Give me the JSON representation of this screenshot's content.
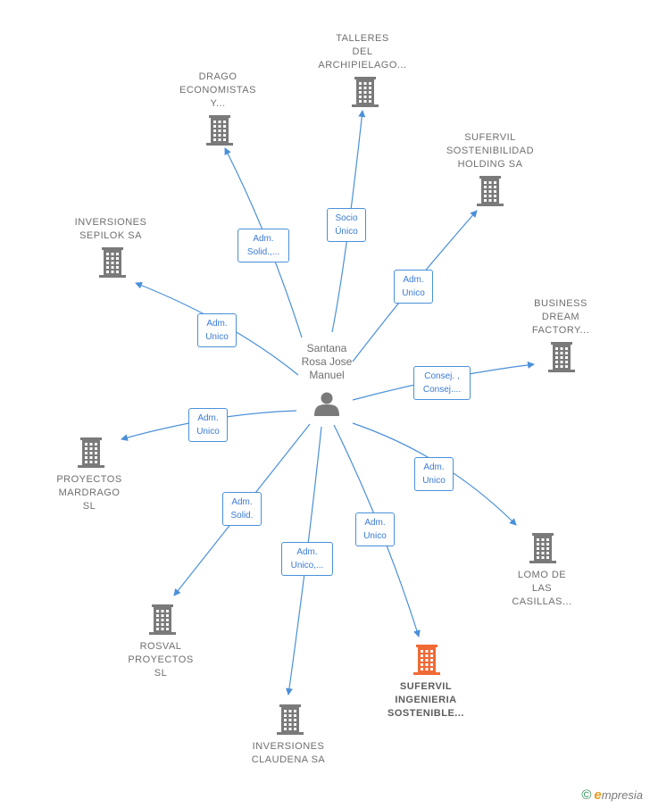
{
  "colors": {
    "edge": "#4a90d9",
    "building": "#7a7a7a",
    "highlight": "#f06a35",
    "person": "#7a7a7a"
  },
  "center": {
    "label": "Santana\nRosa Jose\nManuel",
    "icon": "person-icon"
  },
  "nodes": [
    {
      "id": "talleres",
      "label": "TALLERES\nDEL\nARCHIPIELAGO...",
      "icon": "building-icon"
    },
    {
      "id": "drago",
      "label": "DRAGO\nECONOMISTAS\nY...",
      "icon": "building-icon"
    },
    {
      "id": "sufervil-holding",
      "label": "SUFERVIL\nSOSTENIBILIDAD\nHOLDING SA",
      "icon": "building-icon"
    },
    {
      "id": "sepilok",
      "label": "INVERSIONES\nSEPILOK SA",
      "icon": "building-icon"
    },
    {
      "id": "business-dream",
      "label": "BUSINESS\nDREAM\nFACTORY...",
      "icon": "building-icon"
    },
    {
      "id": "mardrago",
      "label": "PROYECTOS\nMARDRAGO\nSL",
      "icon": "building-icon"
    },
    {
      "id": "lomo",
      "label": "LOMO DE\nLAS\nCASILLAS...",
      "icon": "building-icon"
    },
    {
      "id": "rosval",
      "label": "ROSVAL\nPROYECTOS\nSL",
      "icon": "building-icon"
    },
    {
      "id": "sufervil-ingenieria",
      "label": "SUFERVIL\nINGENIERIA\nSOSTENIBLE...",
      "icon": "building-icon",
      "highlight": true
    },
    {
      "id": "claudena",
      "label": "INVERSIONES\nCLAUDENA SA",
      "icon": "building-icon"
    }
  ],
  "edges": [
    {
      "to": "talleres",
      "label": "Socio\nÚnico"
    },
    {
      "to": "drago",
      "label": "Adm.\nSolid.,..."
    },
    {
      "to": "sufervil-holding",
      "label": "Adm.\nUnico"
    },
    {
      "to": "sepilok",
      "label": "Adm.\nUnico"
    },
    {
      "to": "business-dream",
      "label": "Consej. ,\nConsej...."
    },
    {
      "to": "mardrago",
      "label": "Adm.\nUnico"
    },
    {
      "to": "lomo",
      "label": "Adm.\nUnico"
    },
    {
      "to": "rosval",
      "label": "Adm.\nSolid."
    },
    {
      "to": "sufervil-ingenieria",
      "label": "Adm.\nUnico"
    },
    {
      "to": "claudena",
      "label": "Adm.\nUnico,..."
    }
  ],
  "brand": {
    "copyright": "©",
    "e": "e",
    "rest": "mpresia"
  }
}
